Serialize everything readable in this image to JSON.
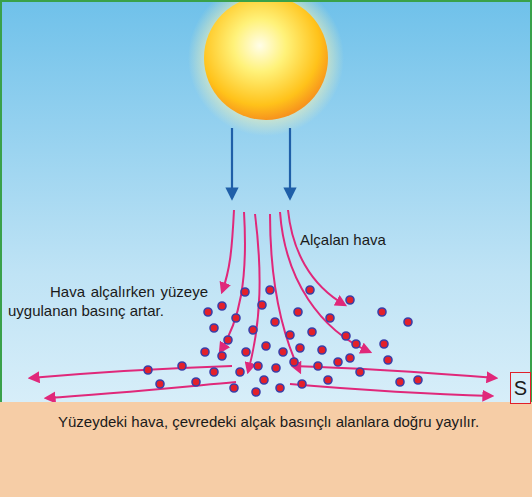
{
  "diagram": {
    "nodes": [
      {
        "text": [
          "Yüzeydeki hava, çevredeki alçak basınçlı alanlara doğru yayılır."
        ]
      },
      {
        "text": [
          "S"
        ]
      }
    ],
    "labels": [
      "Alçalan hava",
      "Hava alçalırken yüzeye uygulanan basınç artar."
    ]
  }
}
